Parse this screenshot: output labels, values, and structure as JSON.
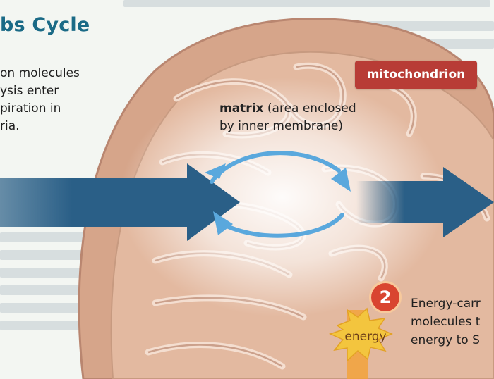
{
  "title_fragment": "bs Cycle",
  "left_text": [
    "on molecules",
    "ysis enter",
    "piration in",
    "ria."
  ],
  "mitochondrion_label": "mitochondrion",
  "matrix_label": {
    "bold": "matrix",
    "rest_line1": " (area enclosed",
    "line2": "by inner membrane)"
  },
  "step": {
    "number": "2",
    "lines": [
      "Energy-carr",
      "molecules t",
      "energy to S"
    ]
  },
  "energy_label": "energy",
  "colors": {
    "title": "#1a6a86",
    "badge": "#b83c36",
    "arrow": "#2a5f87",
    "cycle_arrow": "#5aa8dd",
    "membrane": "#d9a98d",
    "step_badge": "#d94530"
  }
}
